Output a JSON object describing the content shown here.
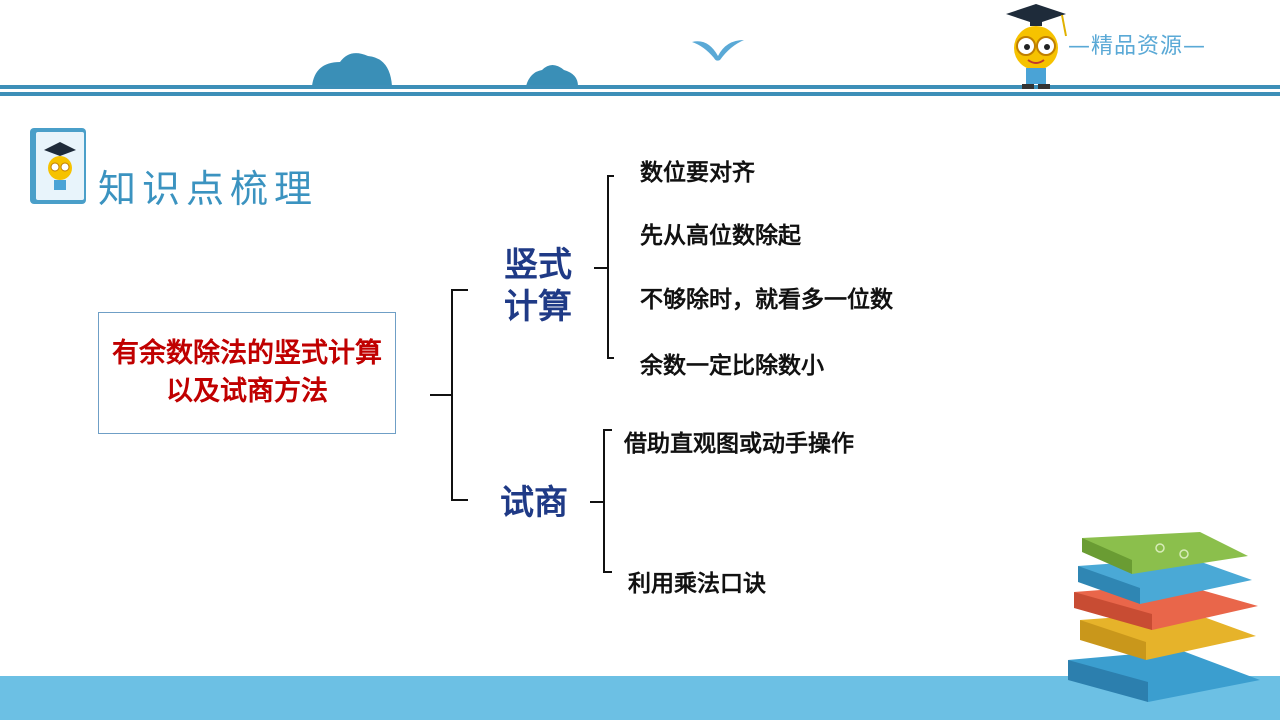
{
  "header": {
    "brand": "—精品资源—"
  },
  "section": {
    "title": "知识点梳理"
  },
  "mindmap": {
    "root": "有余数除法的竖式计算以及试商方法",
    "branches": [
      {
        "label": "竖式计算",
        "leaves": [
          "数位要对齐",
          "先从高位数除起",
          "不够除时，就看多一位数",
          "余数一定比除数小"
        ]
      },
      {
        "label": "试商",
        "leaves": [
          "借助直观图或动手操作",
          "利用乘法口诀"
        ]
      }
    ]
  },
  "colors": {
    "accent": "#3d8fb8",
    "root_text": "#c00000",
    "branch_text": "#1f3a86",
    "bottom_band": "#6cc0e4"
  },
  "icons": [
    "cloud-icon",
    "bird-icon",
    "mascot-icon",
    "book-icon",
    "books-stack-icon"
  ]
}
